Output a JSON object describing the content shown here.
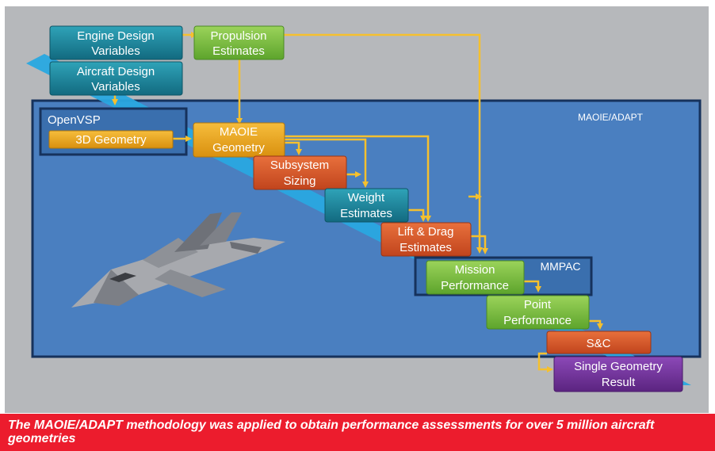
{
  "diagram": {
    "region_label": "MAOIE/ADAPT",
    "openvsp_label": "OpenVSP",
    "mmpac_label": "MMPAC",
    "nodes": {
      "engine_design_variables": [
        "Engine Design",
        "Variables"
      ],
      "aircraft_design_variables": [
        "Aircraft Design",
        "Variables"
      ],
      "propulsion_estimates": [
        "Propulsion",
        "Estimates"
      ],
      "geometry_3d": [
        "3D Geometry"
      ],
      "maoie_geometry": [
        "MAOIE",
        "Geometry"
      ],
      "subsystem_sizing": [
        "Subsystem",
        "Sizing"
      ],
      "weight_estimates": [
        "Weight",
        "Estimates"
      ],
      "lift_drag_estimates": [
        "Lift & Drag",
        "Estimates"
      ],
      "mission_performance": [
        "Mission",
        "Performance"
      ],
      "point_performance": [
        "Point",
        "Performance"
      ],
      "sandc": [
        "S&C"
      ],
      "single_geometry_result": [
        "Single Geometry",
        "Result"
      ]
    },
    "colors": {
      "teal": "#1a7e96",
      "green": "#7cc242",
      "orange": "#e5a21f",
      "red_orange": "#d4532a",
      "purple": "#6e3094",
      "arrow": "#f5c02e",
      "panel": "#4a7fc0",
      "ribbon": "#29a8e0"
    }
  },
  "caption": "The MAOIE/ADAPT methodology was applied to obtain performance assessments for over 5 million aircraft geometries"
}
